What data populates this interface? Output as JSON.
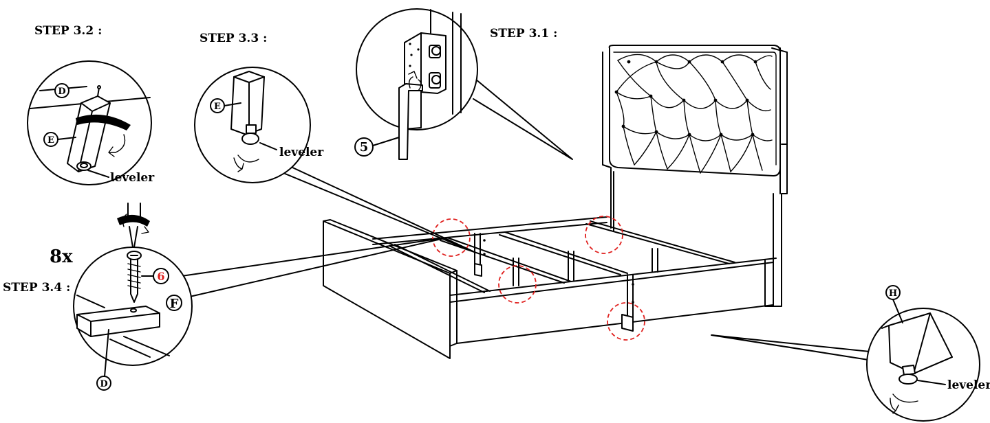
{
  "steps": {
    "s31": "STEP 3.1 :",
    "s32": "STEP 3.2 :",
    "s33": "STEP 3.3 :",
    "s34": "STEP 3.4 :"
  },
  "labels": {
    "leveler": "leveler",
    "quantity": "8x"
  },
  "parts": {
    "d": "D",
    "e": "E",
    "f": "F",
    "h": "H",
    "allen_key": "5",
    "screw": "6"
  },
  "colors": {
    "line": "#000000",
    "highlight": "#e0201e",
    "background": "#ffffff"
  }
}
